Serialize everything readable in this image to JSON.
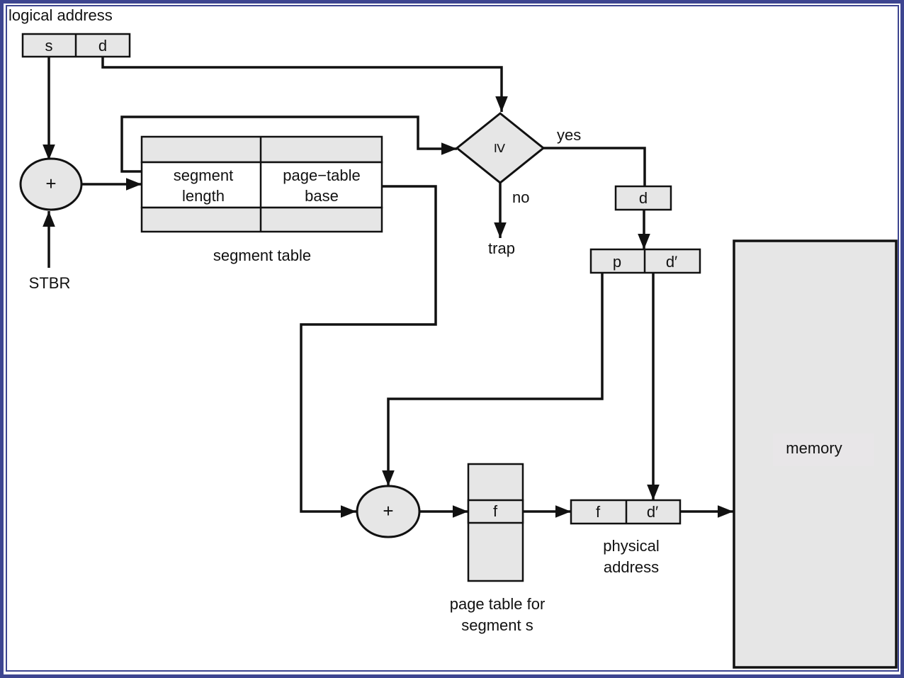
{
  "diagram": {
    "title": "logical address",
    "logical_address": {
      "fields": [
        "s",
        "d"
      ]
    },
    "adder_symbol": "+",
    "stbr_label": "STBR",
    "segment_table": {
      "caption": "segment table",
      "columns": [
        {
          "line1": "segment",
          "line2": "length"
        },
        {
          "line1": "page−table",
          "line2": "base"
        }
      ]
    },
    "comparator": {
      "symbol": "≥",
      "yes_label": "yes",
      "no_label": "no",
      "trap_label": "trap"
    },
    "offset_d": "d",
    "split_address": {
      "fields": [
        "p",
        "d′"
      ]
    },
    "page_table": {
      "entry": "f",
      "caption_line1": "page table for",
      "caption_line2": "segment s"
    },
    "physical_address": {
      "fields": [
        "f",
        "d′"
      ],
      "caption_line1": "physical",
      "caption_line2": "address"
    },
    "memory_label": "memory",
    "colors": {
      "frame": "#3d4590",
      "box_fill": "#e6e6e6",
      "stroke": "#111111"
    }
  }
}
